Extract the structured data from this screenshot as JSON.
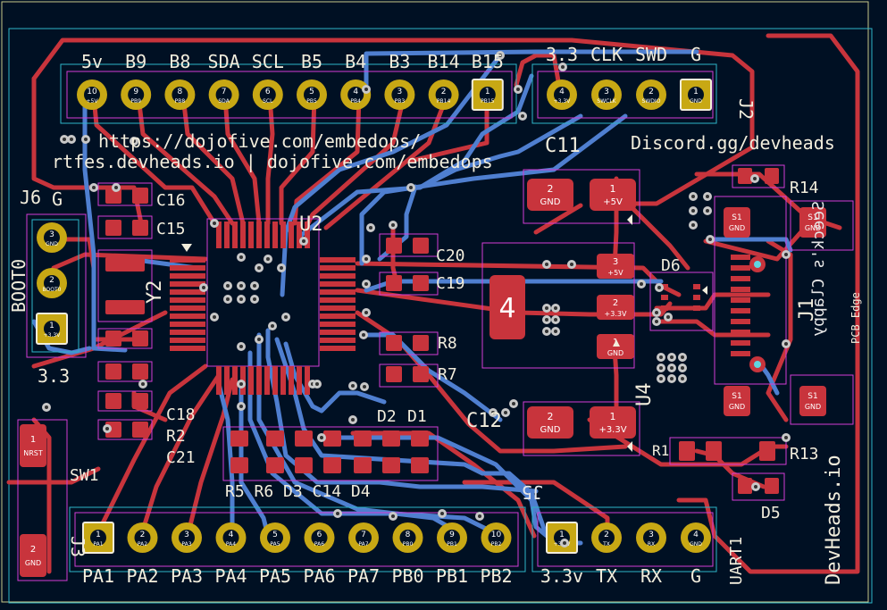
{
  "colors": {
    "background": "#001023",
    "edge_cuts": "#c9c98a",
    "courtyard": "#d43dd4",
    "fab": "#2eb6c8",
    "front_copper": "#c8343c",
    "back_copper": "#4f7fd0",
    "silkscreen": "#f2eddc",
    "pad_gold": "#c8a814",
    "via": "#c8c8c8"
  },
  "top_header": {
    "labels": [
      "5v",
      "B9",
      "B8",
      "SDA",
      "SCL",
      "B5",
      "B4",
      "B3",
      "B14",
      "B15"
    ],
    "pins": [
      {
        "num": "10",
        "net": "+5V"
      },
      {
        "num": "9",
        "net": "PB9"
      },
      {
        "num": "8",
        "net": "PB8"
      },
      {
        "num": "7",
        "net": "SDA"
      },
      {
        "num": "6",
        "net": "SCL"
      },
      {
        "num": "5",
        "net": "PB5"
      },
      {
        "num": "4",
        "net": "PB4"
      },
      {
        "num": "3",
        "net": "PB3"
      },
      {
        "num": "2",
        "net": "PB14"
      },
      {
        "num": "1",
        "net": "PB15"
      }
    ]
  },
  "swd_header": {
    "ref": "J2",
    "labels": [
      "3.3",
      "CLK",
      "SWD",
      "G"
    ],
    "pins": [
      {
        "num": "4",
        "net": "+3.3V"
      },
      {
        "num": "3",
        "net": "SWCLK"
      },
      {
        "num": "2",
        "net": "SWDIO"
      },
      {
        "num": "1",
        "net": "GND"
      }
    ]
  },
  "boot_header": {
    "ref": "J6",
    "title": "BOOT0",
    "label_top": "G",
    "label_bottom": "3.3",
    "pins": [
      {
        "num": "3",
        "net": "GND"
      },
      {
        "num": "2",
        "net": "BOOT0"
      },
      {
        "num": "1",
        "net": "+3.3V"
      }
    ]
  },
  "bottom_header": {
    "labels": [
      "PA1",
      "PA2",
      "PA3",
      "PA4",
      "PA5",
      "PA6",
      "PA7",
      "PB0",
      "PB1",
      "PB2"
    ],
    "pins": [
      {
        "num": "1",
        "net": "PA1"
      },
      {
        "num": "2",
        "net": "PA2"
      },
      {
        "num": "3",
        "net": "PA3"
      },
      {
        "num": "4",
        "net": "PA4"
      },
      {
        "num": "5",
        "net": "PA5"
      },
      {
        "num": "6",
        "net": "PA6"
      },
      {
        "num": "7",
        "net": "PA7"
      },
      {
        "num": "8",
        "net": "PB0"
      },
      {
        "num": "9",
        "net": "PB1"
      },
      {
        "num": "10",
        "net": "PB2"
      }
    ]
  },
  "uart_header": {
    "ref": "J5",
    "side_label": "UART1",
    "labels": [
      "3.3v",
      "TX",
      "RX",
      "G"
    ],
    "pins": [
      {
        "num": "1",
        "net": "+3.3V"
      },
      {
        "num": "2",
        "net": "TX"
      },
      {
        "num": "3",
        "net": "RX"
      },
      {
        "num": "4",
        "net": "GND"
      }
    ]
  },
  "silk_text": {
    "url1": "https://dojofive.com/embedops/",
    "url2": "rtfes.devheads.io | dojofive.com/embedops",
    "discord": "Discord.gg/devheads",
    "brand": "DevHeads.io",
    "back_label": "Seeck's Clappy",
    "pcb_edge": "PCB Edge"
  },
  "refdes": {
    "U2": "U2",
    "C16": "C16",
    "C15": "C15",
    "C20": "C20",
    "C19": "C19",
    "C11": "C11",
    "C12": "C12",
    "R14": "R14",
    "R13": "R13",
    "R8": "R8",
    "R7": "R7",
    "D6": "D6",
    "D5": "D5",
    "D1": "D1",
    "D2": "D2",
    "J1": "J1",
    "U4": "U4",
    "Y2": "Y2",
    "C18": "C18",
    "R2": "R2",
    "C21": "C21",
    "SW1": "SW1",
    "J3": "J3",
    "R1": "R1",
    "pack": "R5 R6 D3 C14 D4"
  },
  "pads": {
    "c11_gnd": {
      "num": "2",
      "net": "GND"
    },
    "c11_5v": {
      "num": "1",
      "net": "+5V"
    },
    "c12_gnd": {
      "num": "2",
      "net": "GND"
    },
    "c12_33": {
      "num": "1",
      "net": "+3.3V"
    },
    "reg_5v": {
      "num": "3",
      "net": "+5V"
    },
    "reg_33": {
      "num": "2",
      "net": "+3.3V"
    },
    "reg_gnd": {
      "num": "1",
      "net": "GND"
    },
    "reg_tab": "4",
    "shield_tl": {
      "num": "S1",
      "net": "GND"
    },
    "shield_tr": {
      "num": "S1",
      "net": "GND"
    },
    "shield_bl": {
      "num": "S1",
      "net": "GND"
    },
    "shield_br": {
      "num": "S1",
      "net": "GND"
    },
    "sw_nrst": {
      "num": "1",
      "net": "NRST"
    },
    "sw_gnd": {
      "num": "2",
      "net": "GND"
    }
  }
}
